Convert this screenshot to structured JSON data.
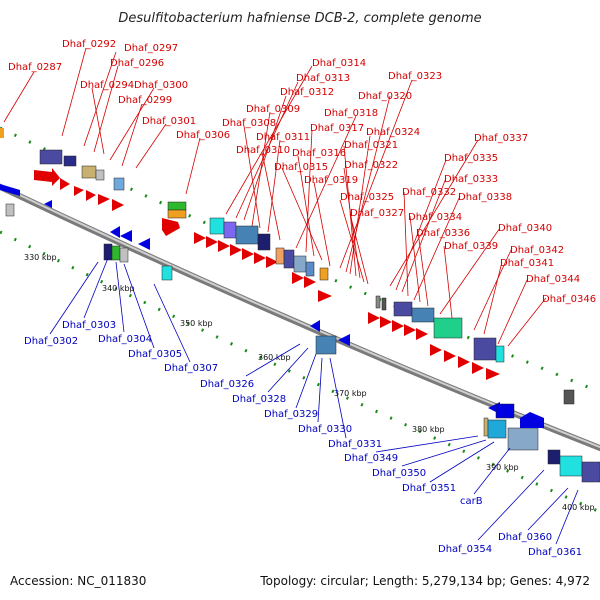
{
  "title": "Desulfitobacterium hafniense DCB-2, complete genome",
  "footer": {
    "accession": "Accession: NC_011830",
    "stats": "Topology: circular; Length: 5,279,134 bp; Genes: 4,972"
  },
  "ticks": [
    "330 kbp",
    "340 kbp",
    "350 kbp",
    "360 kbp",
    "370 kbp",
    "380 kbp",
    "390 kbp",
    "400 kbp"
  ],
  "forward_labels": [
    "Dhaf_0287",
    "Dhaf_0292",
    "Dhaf_0297",
    "Dhaf_0296",
    "Dhaf_0294",
    "Dhaf_0300",
    "Dhaf_0299",
    "Dhaf_0301",
    "Dhaf_0306",
    "Dhaf_0314",
    "Dhaf_0313",
    "Dhaf_0312",
    "Dhaf_0309",
    "Dhaf_0308",
    "Dhaf_0311",
    "Dhaf_0310",
    "Dhaf_0318",
    "Dhaf_0317",
    "Dhaf_0316",
    "Dhaf_0315",
    "Dhaf_0319",
    "Dhaf_0323",
    "Dhaf_0320",
    "Dhaf_0324",
    "Dhaf_0321",
    "Dhaf_0322",
    "Dhaf_0325",
    "Dhaf_0327",
    "Dhaf_0337",
    "Dhaf_0335",
    "Dhaf_0333",
    "Dhaf_0332",
    "Dhaf_0338",
    "Dhaf_0334",
    "Dhaf_0336",
    "Dhaf_0340",
    "Dhaf_0339",
    "Dhaf_0342",
    "Dhaf_0341",
    "Dhaf_0344",
    "Dhaf_0346"
  ],
  "reverse_labels": [
    "Dhaf_0303",
    "Dhaf_0302",
    "Dhaf_0304",
    "Dhaf_0305",
    "Dhaf_0307",
    "Dhaf_0326",
    "Dhaf_0328",
    "Dhaf_0329",
    "Dhaf_0330",
    "Dhaf_0331",
    "Dhaf_0349",
    "Dhaf_0350",
    "Dhaf_0351",
    "carB",
    "Dhaf_0354",
    "Dhaf_0360",
    "Dhaf_0361"
  ],
  "colors": {
    "forward": "#d40000",
    "reverse": "#0000c0",
    "backbone": "#8a8a8a",
    "tick": "#1a7a1a"
  }
}
